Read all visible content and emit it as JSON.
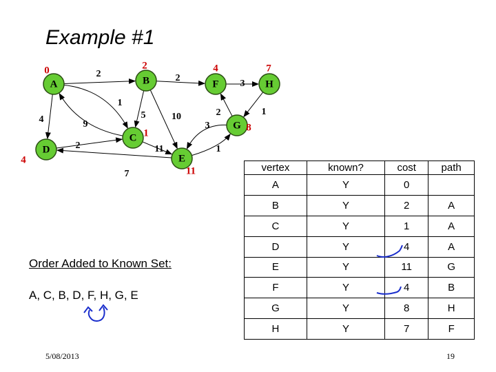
{
  "title": "Example #1",
  "graph": {
    "nodes": [
      {
        "id": "A",
        "cost": "0"
      },
      {
        "id": "B",
        "cost": "2"
      },
      {
        "id": "C",
        "cost": "1"
      },
      {
        "id": "D",
        "cost": "4"
      },
      {
        "id": "E",
        "cost": "11"
      },
      {
        "id": "F",
        "cost": "4"
      },
      {
        "id": "G",
        "cost": "8"
      },
      {
        "id": "H",
        "cost": "7"
      }
    ],
    "edges": [
      {
        "from": "A",
        "to": "B",
        "weight": "2"
      },
      {
        "from": "A",
        "to": "C",
        "weight": "1"
      },
      {
        "from": "A",
        "to": "D",
        "weight": "4"
      },
      {
        "from": "C",
        "to": "A",
        "weight": "9"
      },
      {
        "from": "B",
        "to": "C",
        "weight": "5"
      },
      {
        "from": "B",
        "to": "E",
        "weight": "10"
      },
      {
        "from": "B",
        "to": "F",
        "weight": "2"
      },
      {
        "from": "D",
        "to": "C",
        "weight": "2"
      },
      {
        "from": "C",
        "to": "E",
        "weight": "11"
      },
      {
        "from": "E",
        "to": "D",
        "weight": "7"
      },
      {
        "from": "E",
        "to": "G",
        "weight": "1"
      },
      {
        "from": "G",
        "to": "E",
        "weight": "3"
      },
      {
        "from": "G",
        "to": "F",
        "weight": "2"
      },
      {
        "from": "F",
        "to": "H",
        "weight": "3"
      },
      {
        "from": "H",
        "to": "G",
        "weight": "1"
      }
    ]
  },
  "table": {
    "headers": [
      "vertex",
      "known?",
      "cost",
      "path"
    ],
    "rows": [
      [
        "A",
        "Y",
        "0",
        ""
      ],
      [
        "B",
        "Y",
        "2",
        "A"
      ],
      [
        "C",
        "Y",
        "1",
        "A"
      ],
      [
        "D",
        "Y",
        "4",
        "A"
      ],
      [
        "E",
        "Y",
        "11",
        "G"
      ],
      [
        "F",
        "Y",
        "4",
        "B"
      ],
      [
        "G",
        "Y",
        "8",
        "H"
      ],
      [
        "H",
        "Y",
        "7",
        "F"
      ]
    ]
  },
  "order_title": "Order Added to Known Set:",
  "order_list": "A, C, B, D, F, H, G, E",
  "footer": {
    "date": "5/08/2013",
    "page": "19"
  }
}
